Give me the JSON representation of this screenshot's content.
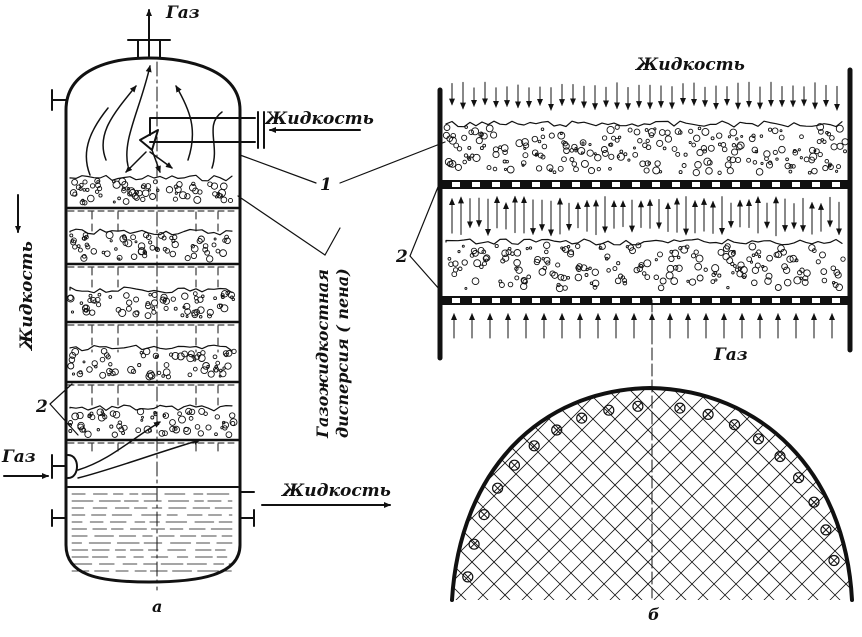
{
  "labels": {
    "gas_top": "Газ",
    "liquid_in": "Жидкость",
    "liquid_down": "Жидкость",
    "gas_in": "Газ",
    "liquid_out": "Жидкость",
    "dispersion_line1": "Газожидкостная",
    "dispersion_line2": "дисперсия ( пена)",
    "callout_1": "1",
    "callout_2_left": "2",
    "callout_2_right": "2",
    "caption_a": "а",
    "liquid_right": "Жидкость",
    "gas_right": "Газ",
    "caption_b": "б"
  },
  "colors": {
    "ink": "#111111",
    "paper": "#ffffff"
  }
}
